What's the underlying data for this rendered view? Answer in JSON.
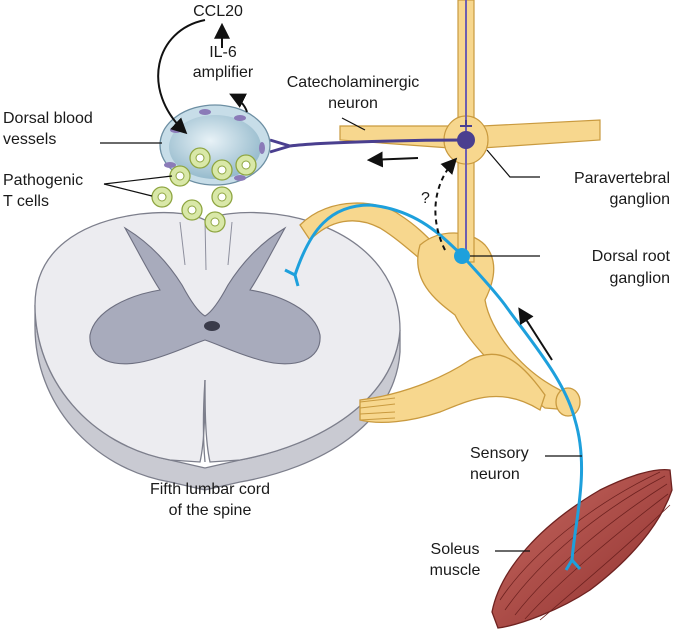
{
  "labels": {
    "ccl20": "CCL20",
    "il6_line1": "IL-6",
    "il6_line2": "amplifier",
    "dorsal_vessels_line1": "Dorsal blood",
    "dorsal_vessels_line2": "vessels",
    "pathogenic_line1": "Pathogenic",
    "pathogenic_line2": "T cells",
    "catechol_line1": "Catecholaminergic",
    "catechol_line2": "neuron",
    "paravertebral_line1": "Paravertebral",
    "paravertebral_line2": "ganglion",
    "question": "?",
    "drg_line1": "Dorsal root",
    "drg_line2": "ganglion",
    "sensory_line1": "Sensory",
    "sensory_line2": "neuron",
    "soleus_line1": "Soleus",
    "soleus_line2": "muscle",
    "spine_line1": "Fifth lumbar cord",
    "spine_line2": "of the spine"
  },
  "colors": {
    "nerve_fill": "#f7d78e",
    "nerve_stroke": "#c99a3f",
    "sensory_neuron": "#1ea0dc",
    "catecholaminergic_neuron": "#4a3f8f",
    "spinal_white_matter": "#e9eaef",
    "spinal_gray_matter": "#a8abbc",
    "blood_vessel": "#9fc4d6",
    "t_cell_ring": "#c6dc86",
    "muscle": "#a8433f"
  }
}
